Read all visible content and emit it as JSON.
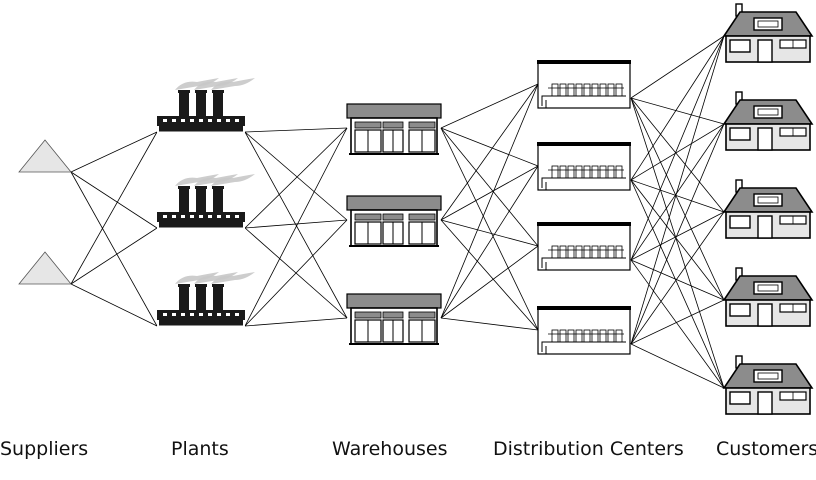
{
  "diagram": {
    "stages": {
      "suppliers": "Suppliers",
      "plants": "Plants",
      "warehouses": "Warehouses",
      "distribution_centers": "Distribution Centers",
      "customers": "Customers"
    },
    "colors": {
      "line": "#000000",
      "supplier_fill": "#e6e6e6",
      "roof_fill": "#8c8c8c",
      "smoke": "#c8c8c8",
      "factory": "#1a1a1a"
    },
    "icons": {
      "supplier": "triangle-icon",
      "plant": "factory-icon",
      "warehouse": "warehouse-icon",
      "distribution_center": "distribution-center-icon",
      "customer": "house-icon"
    }
  }
}
